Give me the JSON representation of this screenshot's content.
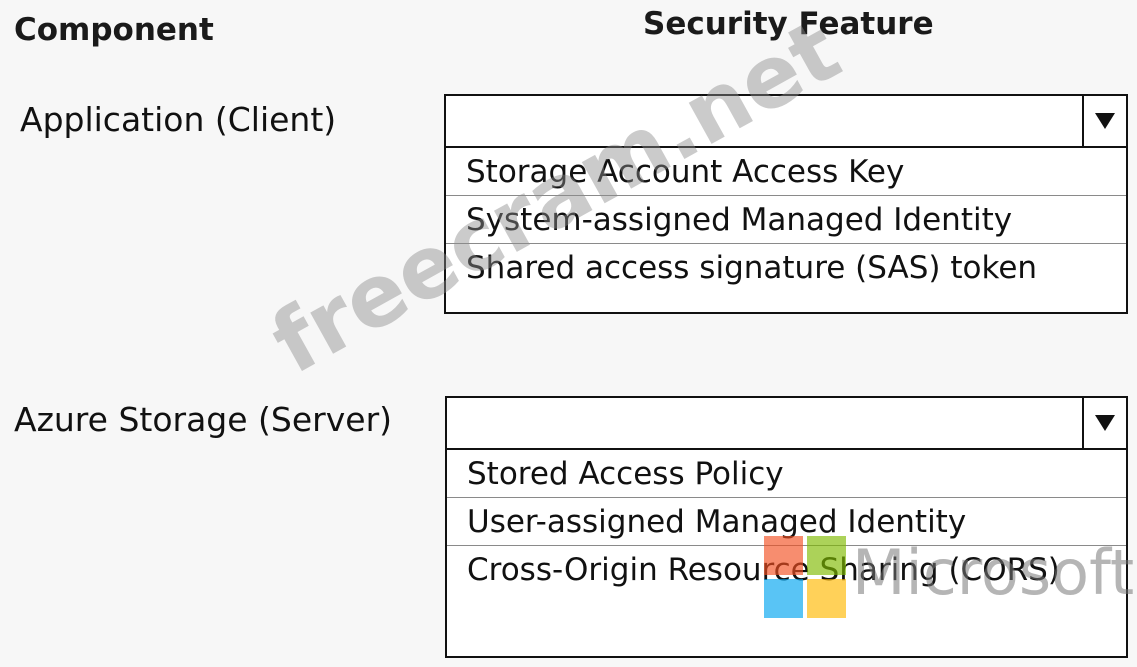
{
  "headings": {
    "component": "Component",
    "security_feature": "Security Feature"
  },
  "rows": [
    {
      "label": "Application (Client)",
      "selected": "",
      "options": [
        "Storage Account Access Key",
        "System-assigned Managed Identity",
        "Shared access signature (SAS) token"
      ]
    },
    {
      "label": "Azure Storage (Server)",
      "selected": "",
      "options": [
        "Stored Access Policy",
        "User-assigned Managed Identity",
        "Cross-Origin Resource Sharing (CORS)"
      ]
    }
  ],
  "watermark": "freecram.net",
  "logo": {
    "word": "Microsoft",
    "colors": [
      "#f25022",
      "#7fba00",
      "#00a4ef",
      "#ffb900"
    ]
  },
  "icons": {
    "dropdown_arrow": "triangle-down-icon"
  }
}
